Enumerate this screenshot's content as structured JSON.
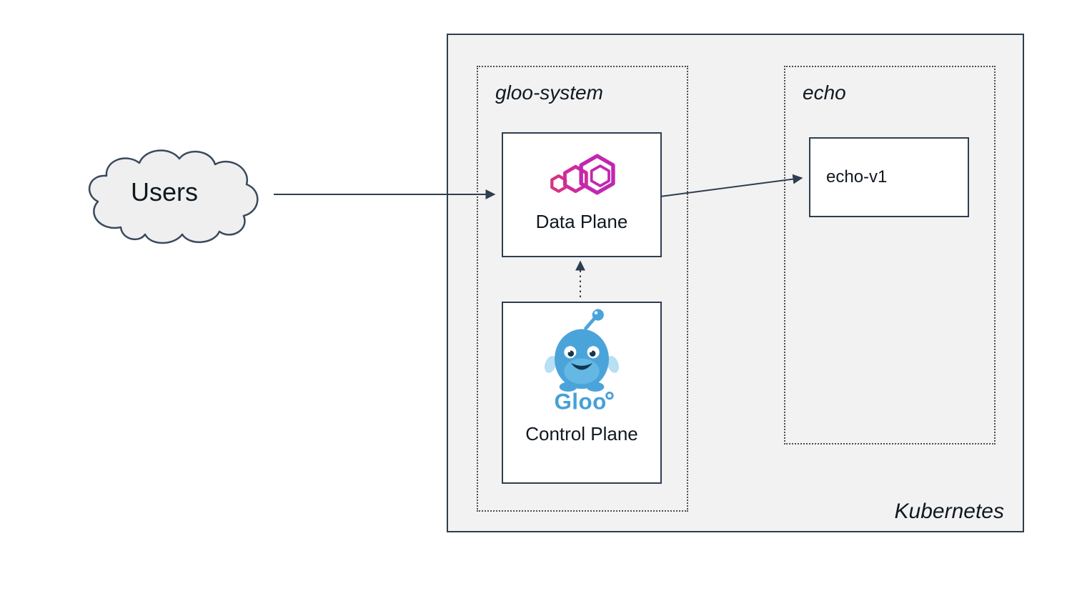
{
  "diagram": {
    "users": {
      "label": "Users"
    },
    "cluster": {
      "label": "Kubernetes",
      "namespaces": {
        "gloo_system": {
          "label": "gloo-system",
          "data_plane": {
            "label": "Data Plane",
            "icon": "gloo-gateway-icon"
          },
          "control_plane": {
            "label": "Control Plane",
            "icon": "gloo-mascot-icon",
            "wordmark": "Gloo"
          }
        },
        "echo": {
          "label": "echo",
          "echo_v1": {
            "label": "echo-v1"
          }
        }
      }
    },
    "edges": [
      {
        "from": "users",
        "to": "data-plane",
        "style": "solid-arrow"
      },
      {
        "from": "data-plane",
        "to": "echo-v1",
        "style": "solid-arrow"
      },
      {
        "from": "control-plane",
        "to": "data-plane",
        "style": "dotted-arrow"
      }
    ],
    "icons": {
      "gloo-gateway-icon": "nested magenta hexagons",
      "gloo-mascot-icon": "blue gloo blob mascot with antenna",
      "cloud-shape": "puffy cloud outline"
    },
    "colors": {
      "outline": "#2f3e4f",
      "cluster_fill": "#f2f2f2",
      "node_fill": "#ffffff",
      "dotted_border": "#4d4d4d",
      "gateway_magenta": "#cc2b9f",
      "gloo_blue": "#4aa4da",
      "text": "#101820"
    }
  }
}
